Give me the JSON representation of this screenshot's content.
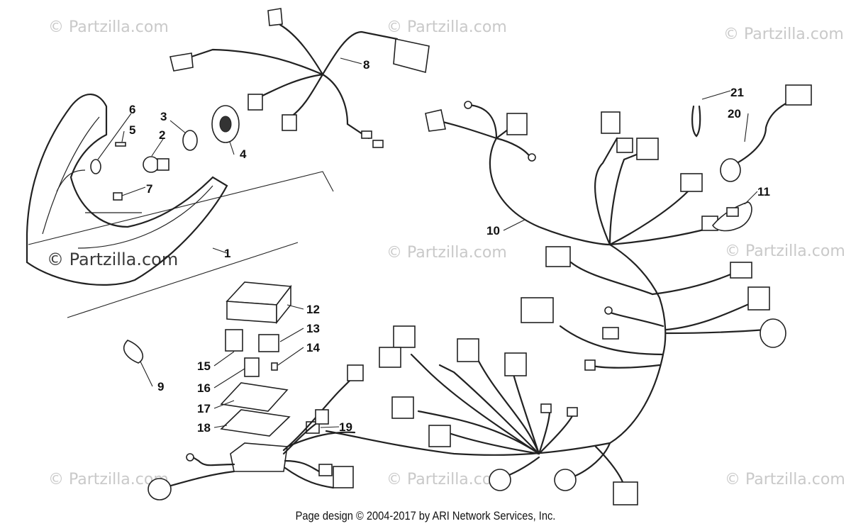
{
  "watermarks": [
    {
      "text": "© Partzilla.com",
      "style": "light"
    },
    {
      "text": "© Partzilla.com",
      "style": "light"
    },
    {
      "text": "© Partzilla.com",
      "style": "light"
    },
    {
      "text": "© Partzilla.com",
      "style": "dark"
    },
    {
      "text": "© Partzilla.com",
      "style": "light"
    },
    {
      "text": "© Partzilla.com",
      "style": "light"
    },
    {
      "text": "© Partzilla.com",
      "style": "light"
    },
    {
      "text": "© Partzilla.com",
      "style": "light"
    },
    {
      "text": "© Partzilla.com",
      "style": "light"
    }
  ],
  "callouts": [
    "1",
    "2",
    "3",
    "4",
    "5",
    "6",
    "7",
    "8",
    "9",
    "10",
    "11",
    "12",
    "13",
    "14",
    "15",
    "16",
    "17",
    "18",
    "19",
    "20",
    "21"
  ],
  "footer": "Page design © 2004-2017 by ARI Network Services, Inc."
}
